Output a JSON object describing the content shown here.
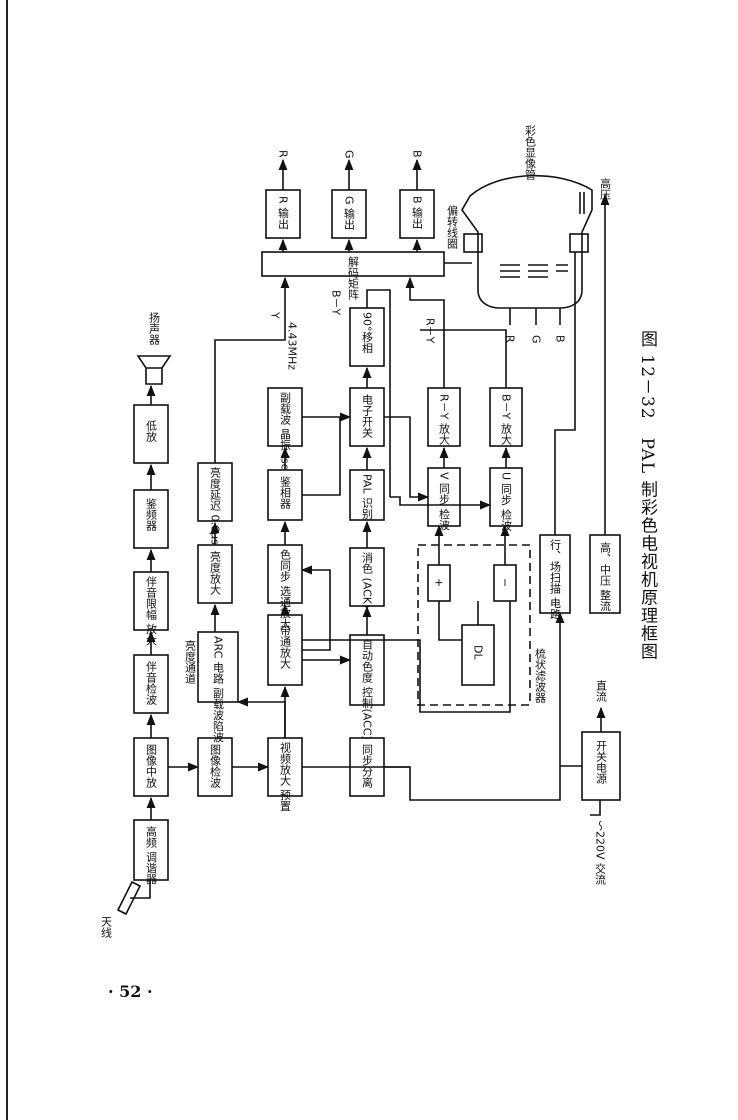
{
  "page_number": "· 52 ·",
  "caption": "图 12－32　PAL 制彩色电视机原理框图",
  "blocks": {
    "tuner": "高频 调谐器",
    "if_amp": "图像中放",
    "sound_if_det": "伴音检波",
    "sound_limit_amp": "伴音限幅 放大",
    "discriminator": "鉴频器",
    "audio_amp": "低放",
    "video_det": "图像检波",
    "video_preamp": "视频放大 预置",
    "sync_sep": "同步分离",
    "arc": "ARC 电路 副载波陷波",
    "band_amp": "带通放大",
    "acc": "自动色度 控制(ACC)",
    "burst_amp": "色同步 选通放大",
    "killer": "消色 (ACK)",
    "luma_amp": "亮度放大",
    "luma_delay": "亮度延迟 0.6μs",
    "phase_det": "鉴相器",
    "pal_ident": "PAL 识别",
    "subcarrier_osc": "副载波 晶振 fsc",
    "electronic_switch": "电子开关",
    "phase90": "90°移相",
    "v_sync_det": "V 同步 检波",
    "u_sync_det": "U 同步 检波",
    "ry_amp": "R－Y 放大",
    "by_amp": "B－Y 放大",
    "decode_matrix": "解码矩阵",
    "r_out": "R 输出",
    "g_out": "G 输出",
    "b_out": "B 输出",
    "line_field_scan": "行、场扫描 电路",
    "hv_supply": "高、中压 整流",
    "power_supply": "开关电源",
    "plus": "+",
    "minus": "−",
    "delay_line": "DL"
  },
  "labels": {
    "antenna": "天线",
    "speaker": "扬声器",
    "luma_channel": "亮度通道",
    "comb_filter": "梳状滤波器",
    "crt": "彩色显像管",
    "deflection_yoke": "偏转线圈",
    "hv": "高压",
    "ac_in": "～220V 交流",
    "dc": "直流",
    "y": "Y",
    "r_minus_y": "R－Y",
    "b_minus_y": "B－Y",
    "freq": "4.43MHz",
    "out_r": "R",
    "out_g": "G",
    "out_b": "B",
    "crt_r": "R",
    "crt_g": "G",
    "crt_b": "B"
  }
}
